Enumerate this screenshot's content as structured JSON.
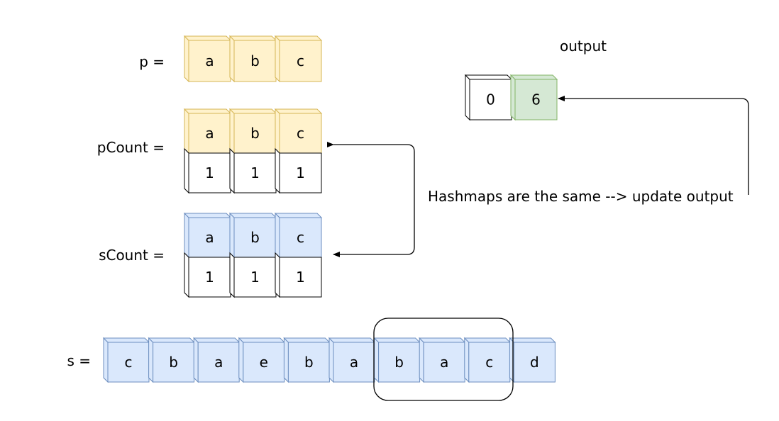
{
  "labels": {
    "p": "p =",
    "pCount": "pCount =",
    "sCount": "sCount =",
    "s": "s =",
    "output": "output",
    "note": "Hashmaps are the same --> update output"
  },
  "p": [
    "a",
    "b",
    "c"
  ],
  "pCount": {
    "keys": [
      "a",
      "b",
      "c"
    ],
    "counts": [
      "1",
      "1",
      "1"
    ]
  },
  "sCount": {
    "keys": [
      "a",
      "b",
      "c"
    ],
    "counts": [
      "1",
      "1",
      "1"
    ]
  },
  "s": [
    "c",
    "b",
    "a",
    "e",
    "b",
    "a",
    "b",
    "a",
    "c",
    "d"
  ],
  "window": {
    "start_index": 6,
    "length": 3
  },
  "output": [
    "0",
    "6"
  ],
  "colors": {
    "yellow_fill": "#fff2cc",
    "yellow_stroke": "#d6b656",
    "blue_fill": "#dae8fc",
    "blue_stroke": "#6c8ebf",
    "green_fill": "#d5e8d4",
    "green_stroke": "#82b366",
    "white_fill": "#ffffff",
    "black_stroke": "#000000"
  }
}
